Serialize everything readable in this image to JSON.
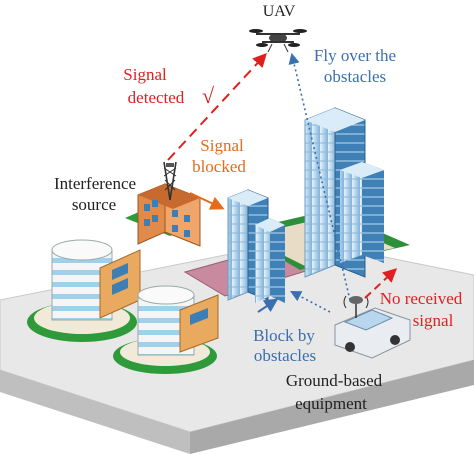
{
  "labels": {
    "uav": "UAV",
    "fly_over_line1": "Fly over the",
    "fly_over_line2": "obstacles",
    "signal_detected_line1": "Signal",
    "signal_detected_line2": "detected",
    "check_mark": "√",
    "signal_blocked_line1": "Signal",
    "signal_blocked_line2": "blocked",
    "interference_line1": "Interference",
    "interference_line2": "source",
    "no_received_line1": "No received",
    "no_received_line2": "signal",
    "block_by_line1": "Block by",
    "block_by_line2": "obstacles",
    "ground_line1": "Ground-based",
    "ground_line2": "equipment"
  },
  "colors": {
    "red_label": "#e02020",
    "orange_label": "#e46b1a",
    "blue_label": "#3a6fb0",
    "black_label": "#222222",
    "ground_top": "#e6e6e6",
    "ground_side": "#bdbdbd",
    "glass_light": "#cfe6f5",
    "glass_dark": "#3d7fb5",
    "brick": "#d9783a",
    "grass": "#3aa13a"
  },
  "icons": [
    "uav-icon",
    "antenna-tower-icon",
    "vehicle-icon",
    "satellite-dish-icon"
  ]
}
